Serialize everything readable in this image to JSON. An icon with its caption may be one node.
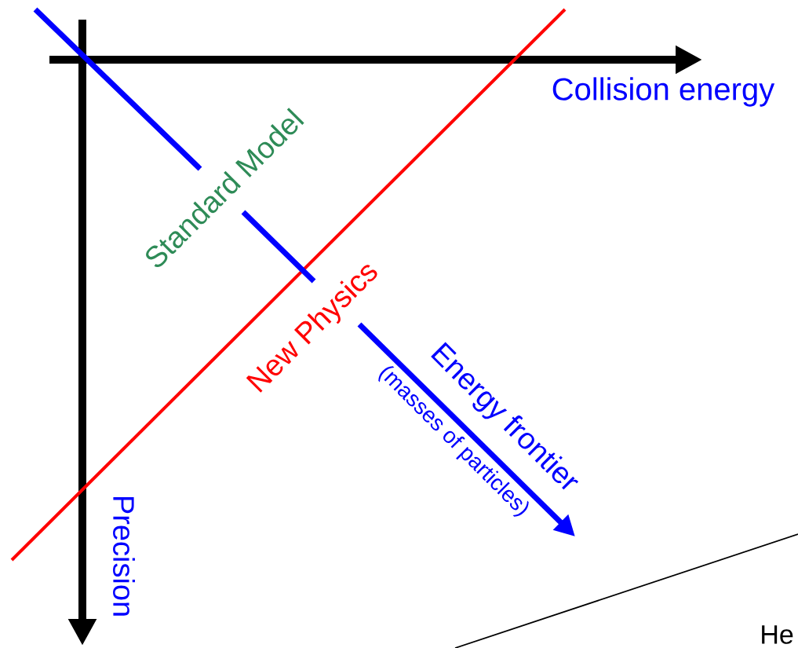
{
  "diagram": {
    "labels": [
      "Collision energy",
      "Standard Model",
      "New Physics",
      "Energy frontier",
      "(masses of particles)",
      "Precision",
      "He"
    ]
  }
}
